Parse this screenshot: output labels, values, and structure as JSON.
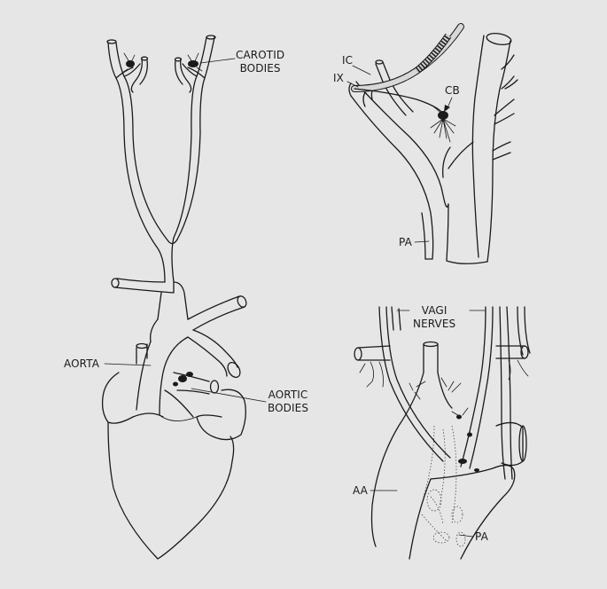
{
  "labels": {
    "carotid_bodies": "CAROTID\nBODIES",
    "aorta": "AORTA",
    "aortic_bodies": "AORTIC\nBODIES",
    "ic": "IC",
    "ix": "IX",
    "cb": "CB",
    "pa_top": "PA",
    "vagi_nerves": "VAGI\nNERVES",
    "aa": "AA",
    "pa_bottom": "PA"
  },
  "colors": {
    "background": "#e6e6e6",
    "ink": "#1a1a1a"
  }
}
